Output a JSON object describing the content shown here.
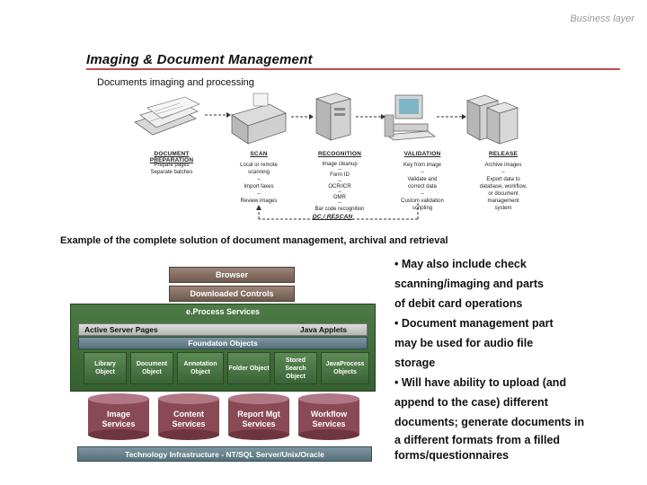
{
  "section_tag": "Business layer",
  "title": "Imaging & Document Management",
  "subtitle": "Documents imaging and processing",
  "workflow": {
    "stages": [
      {
        "label": "DOCUMENT PREPARATION",
        "lines": [
          "Prepare pages",
          "Separate batches"
        ]
      },
      {
        "label": "SCAN",
        "lines": [
          "Local or remote",
          "scanning",
          "–",
          "Import faxes",
          "–",
          "Review images"
        ]
      },
      {
        "label": "RECOGNITION",
        "lines": [
          "Image cleanup",
          "–",
          "Form ID",
          "–",
          "OCR/ICR",
          "–",
          "OMR",
          "–",
          "Bar code recognition"
        ]
      },
      {
        "label": "VALIDATION",
        "lines": [
          "Key from image",
          "–",
          "Validate and",
          "correct data",
          "–",
          "Custom validation",
          "scripting"
        ]
      },
      {
        "label": "RELEASE",
        "lines": [
          "Archive images",
          "–",
          "Export data to",
          "database, workflow,",
          "or document",
          "management",
          "system"
        ]
      }
    ],
    "loop_label": "QC / RESCAN"
  },
  "caption": "Example of the complete solution of document management, archival and retrieval",
  "architecture": {
    "browser": "Browser",
    "downloaded_controls": "Downloaded Controls",
    "eprocess": "e.Process Services",
    "active_server_pages": "Active Server Pages",
    "java_applets": "Java Applets",
    "foundation_objects": "Foundaton Objects",
    "objects": [
      "Library Object",
      "Document Object",
      "Annotation Object",
      "Folder Object",
      "Stored Search Object",
      "JavaProcess Objects"
    ],
    "services": [
      "Image Services",
      "Content Services",
      "Report Mgt Services",
      "Workflow Services"
    ],
    "infrastructure": "Technology Infrastructure - NT/SQL Server/Unix/Oracle"
  },
  "bullets": [
    "• May also include check",
    "scanning/imaging and parts",
    "of debit card operations",
    "• Document management part",
    "may be used for audio file",
    "storage",
    "• Will have ability to upload (and",
    "append to the case) different",
    "documents; generate documents in",
    "a different formats from a filled",
    "forms/questionnaires"
  ],
  "colors": {
    "title_rule": "#c94a4a",
    "green_panel": "#3f6b3a",
    "brown_bar": "#7a6458",
    "slate_bar": "#5a7480"
  }
}
